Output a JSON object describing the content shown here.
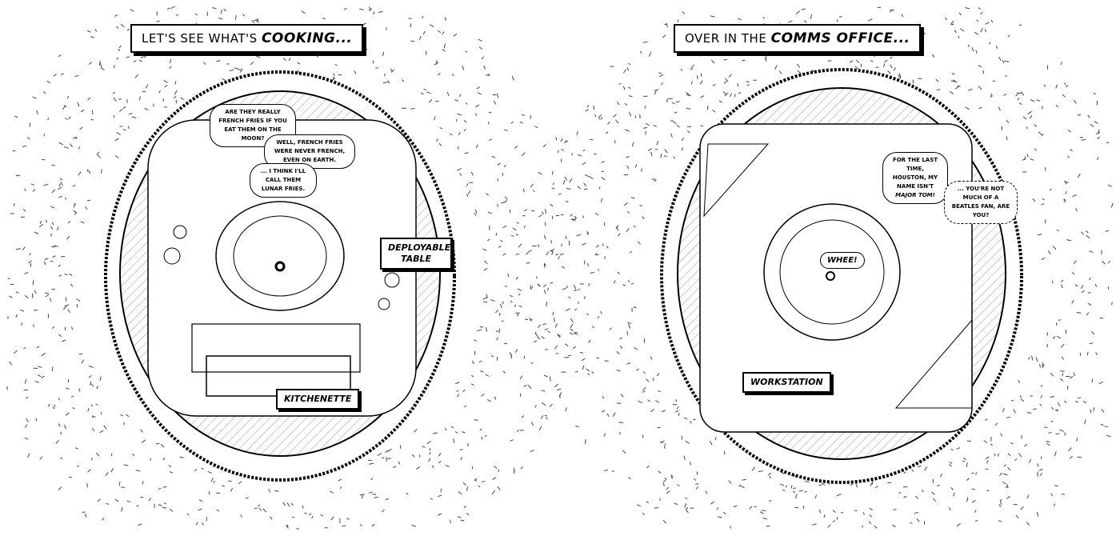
{
  "left_panel": {
    "caption_prefix": "Let's see what's",
    "caption_emphasis": "cooking...",
    "bubbles": [
      "Are they really French fries if you eat them on the moon?",
      "Well, French fries were never French, even on Earth.",
      "... I think I'll call them lunar fries."
    ],
    "labels": {
      "table": "Deployable table",
      "kitchen": "Kitchenette"
    }
  },
  "right_panel": {
    "caption_prefix": "Over in the",
    "caption_emphasis": "comms office...",
    "bubble_main_prefix": "For the last time, Houston, my name isn't",
    "bubble_main_emphasis": "Major Tom!",
    "bubble_radio": "... You're not much of a Beatles fan, are you?",
    "bubble_whee": "Whee!",
    "labels": {
      "workstation": "Workstation"
    }
  }
}
